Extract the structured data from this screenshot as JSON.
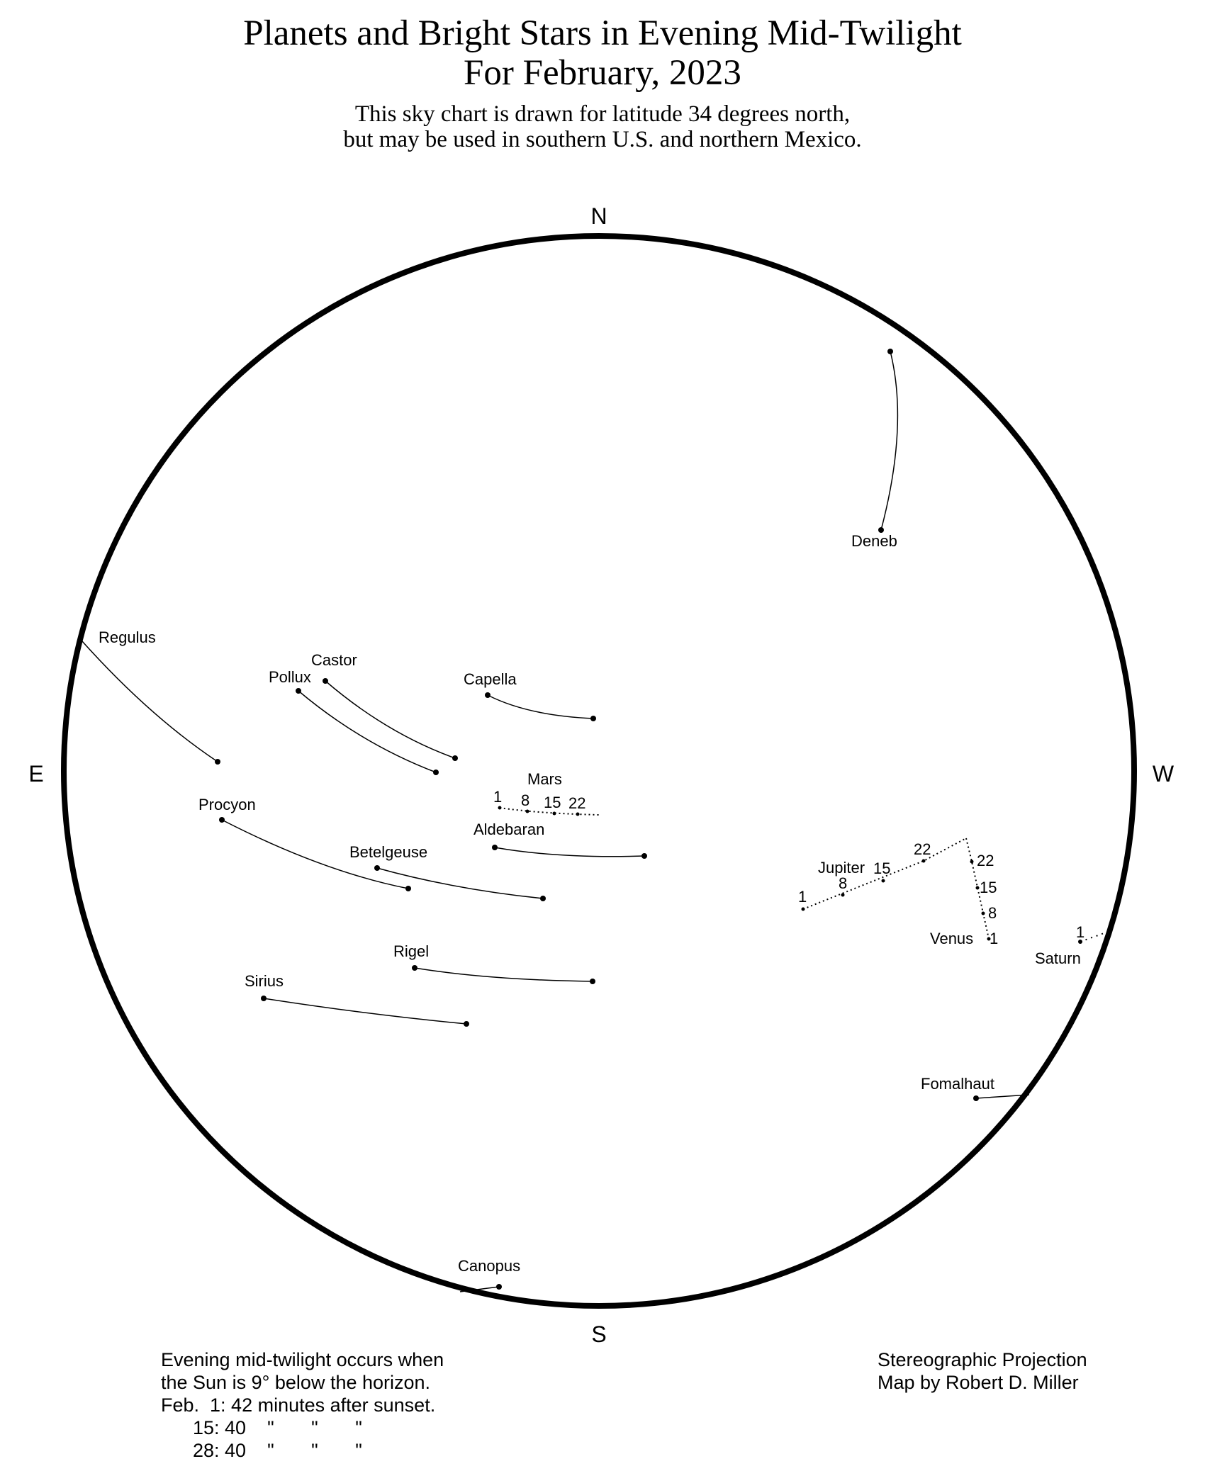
{
  "header": {
    "title_line1": "Planets and Bright Stars in Evening Mid-Twilight",
    "title_line2": "For February, 2023",
    "subtitle_line1": "This sky chart is drawn for latitude 34 degrees north,",
    "subtitle_line2": "but may be used in southern U.S. and northern Mexico."
  },
  "directions": {
    "north": "N",
    "south": "S",
    "east": "E",
    "west": "W"
  },
  "stars": {
    "deneb": "Deneb",
    "regulus": "Regulus",
    "castor": "Castor",
    "pollux": "Pollux",
    "capella": "Capella",
    "procyon": "Procyon",
    "aldebaran": "Aldebaran",
    "betelgeuse": "Betelgeuse",
    "rigel": "Rigel",
    "sirius": "Sirius",
    "fomalhaut": "Fomalhaut",
    "canopus": "Canopus"
  },
  "planets": {
    "mars": {
      "name": "Mars",
      "dates": [
        "1",
        "8",
        "15",
        "22"
      ]
    },
    "jupiter": {
      "name": "Jupiter",
      "dates": [
        "1",
        "8",
        "15",
        "22"
      ]
    },
    "venus": {
      "name": "Venus",
      "dates": [
        "1",
        "8",
        "15",
        "22"
      ]
    },
    "saturn": {
      "name": "Saturn",
      "dates": [
        "1"
      ]
    }
  },
  "footer": {
    "left_line1": "Evening mid-twilight occurs when",
    "left_line2": "the Sun is 9° below the horizon.",
    "left_line3": "Feb.  1: 42 minutes after sunset.",
    "left_line4": "      15: 40    \"       \"       \"",
    "left_line5": "      28: 40    \"       \"       \"",
    "right_line1": "Stereographic Projection",
    "right_line2": "Map by Robert D. Miller"
  }
}
